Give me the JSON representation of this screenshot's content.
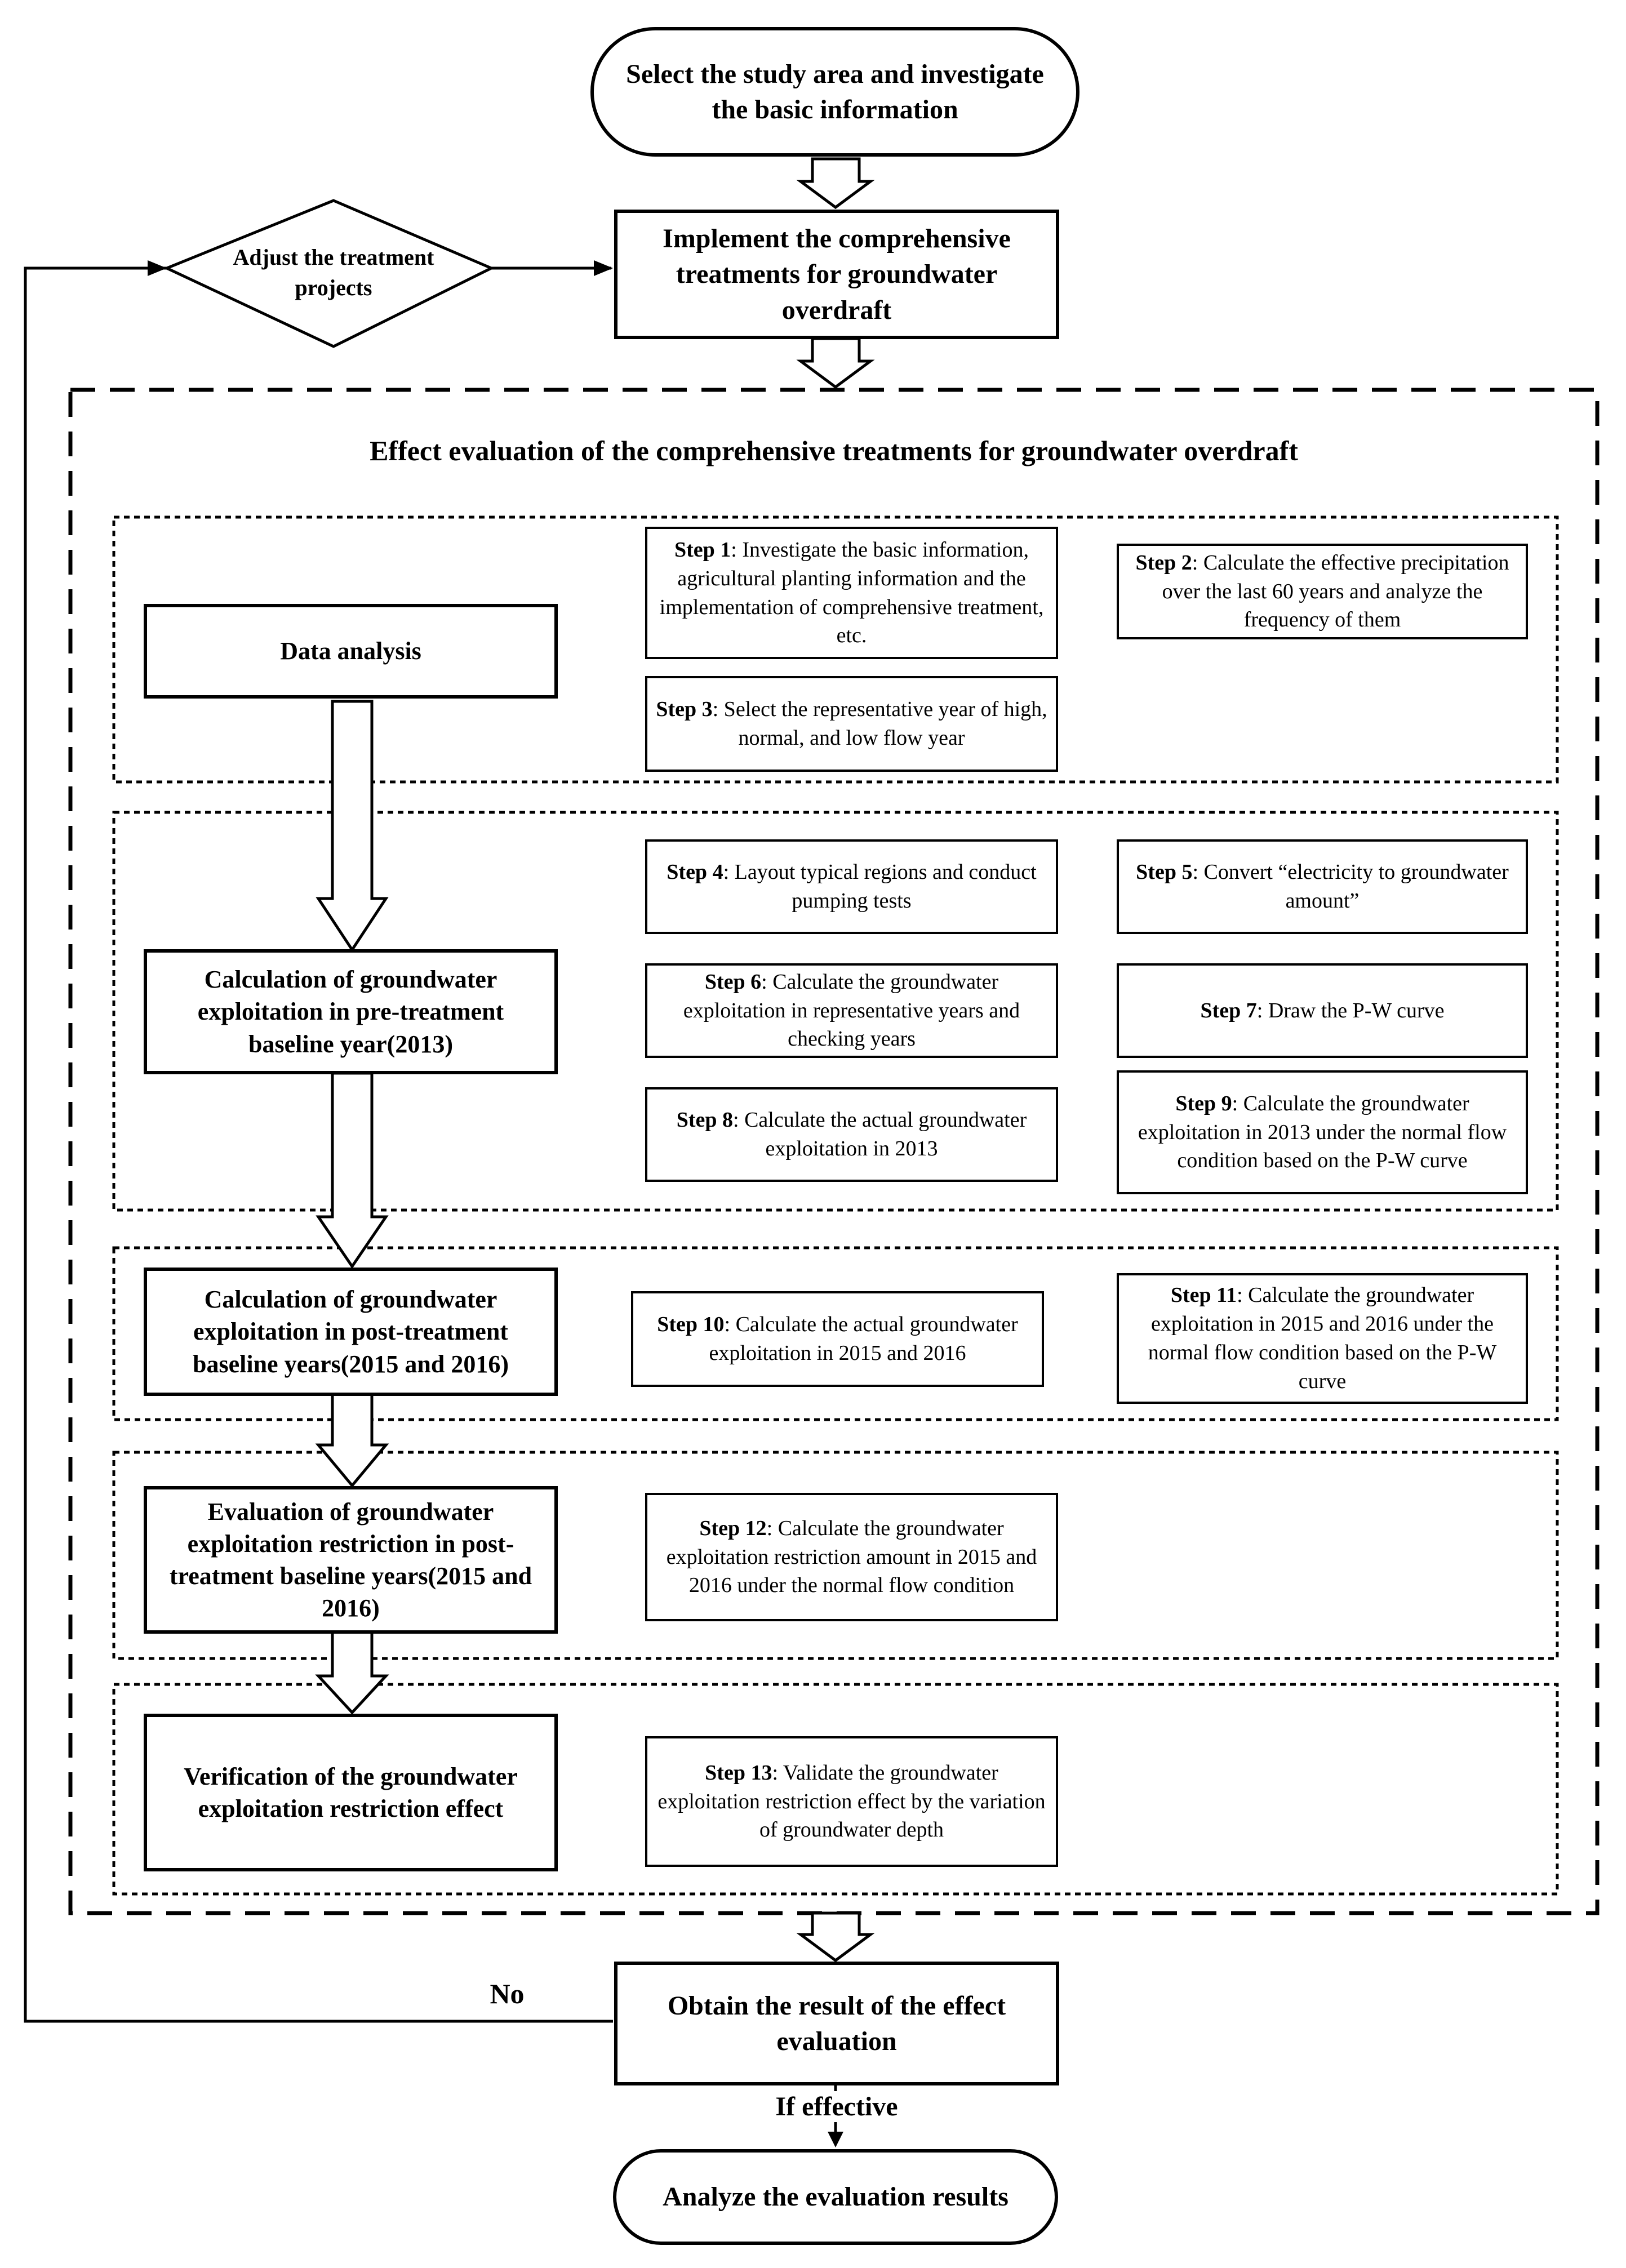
{
  "start": "Select the study area and investigate the  basic information",
  "implement": "Implement the comprehensive treatments for groundwater overdraft",
  "decision": "Adjust the treatment projects",
  "section_title": "Effect evaluation of the comprehensive treatments for groundwater overdraft",
  "stages": [
    "Data analysis",
    "Calculation of groundwater exploitation in pre-treatment baseline year(2013)",
    "Calculation of groundwater exploitation in post-treatment baseline years(2015 and 2016)",
    "Evaluation of groundwater exploitation restriction in post-treatment baseline years(2015 and 2016)",
    "Verification of the groundwater exploitation restriction effect"
  ],
  "steps": [
    {
      "label": "Step 1",
      "text": ": Investigate the basic information, agricultural planting information and the implementation of  comprehensive treatment, etc."
    },
    {
      "label": "Step 2",
      "text": ": Calculate the effective precipitation over the last 60 years and  analyze the frequency of them"
    },
    {
      "label": "Step 3",
      "text": ": Select the representative year of high, normal, and low flow year"
    },
    {
      "label": "Step 4",
      "text": ": Layout  typical regions and conduct pumping tests"
    },
    {
      "label": "Step 5",
      "text": ": Convert “electricity to groundwater amount”"
    },
    {
      "label": "Step 6",
      "text": ": Calculate the groundwater exploitation in representative years and checking years"
    },
    {
      "label": "Step 7",
      "text": ": Draw the P-W curve"
    },
    {
      "label": "Step 8",
      "text": ": Calculate the actual groundwater exploitation in 2013"
    },
    {
      "label": "Step 9",
      "text": ": Calculate the groundwater exploitation in 2013 under the normal flow condition based on the P-W curve"
    },
    {
      "label": "Step 10",
      "text": ": Calculate the actual groundwater exploitation in 2015 and 2016"
    },
    {
      "label": "Step 11",
      "text": ": Calculate the groundwater exploitation in 2015 and 2016 under the normal flow condition based on the  P-W curve"
    },
    {
      "label": "Step 12",
      "text": ": Calculate the groundwater exploitation restriction amount in 2015 and 2016 under the normal flow condition"
    },
    {
      "label": "Step 13",
      "text": ": Validate the groundwater exploitation restriction effect by the variation of groundwater depth"
    }
  ],
  "result": "Obtain the result of the effect evaluation",
  "no_label": "No",
  "yes_label": "If effective",
  "end": "Analyze the evaluation results"
}
